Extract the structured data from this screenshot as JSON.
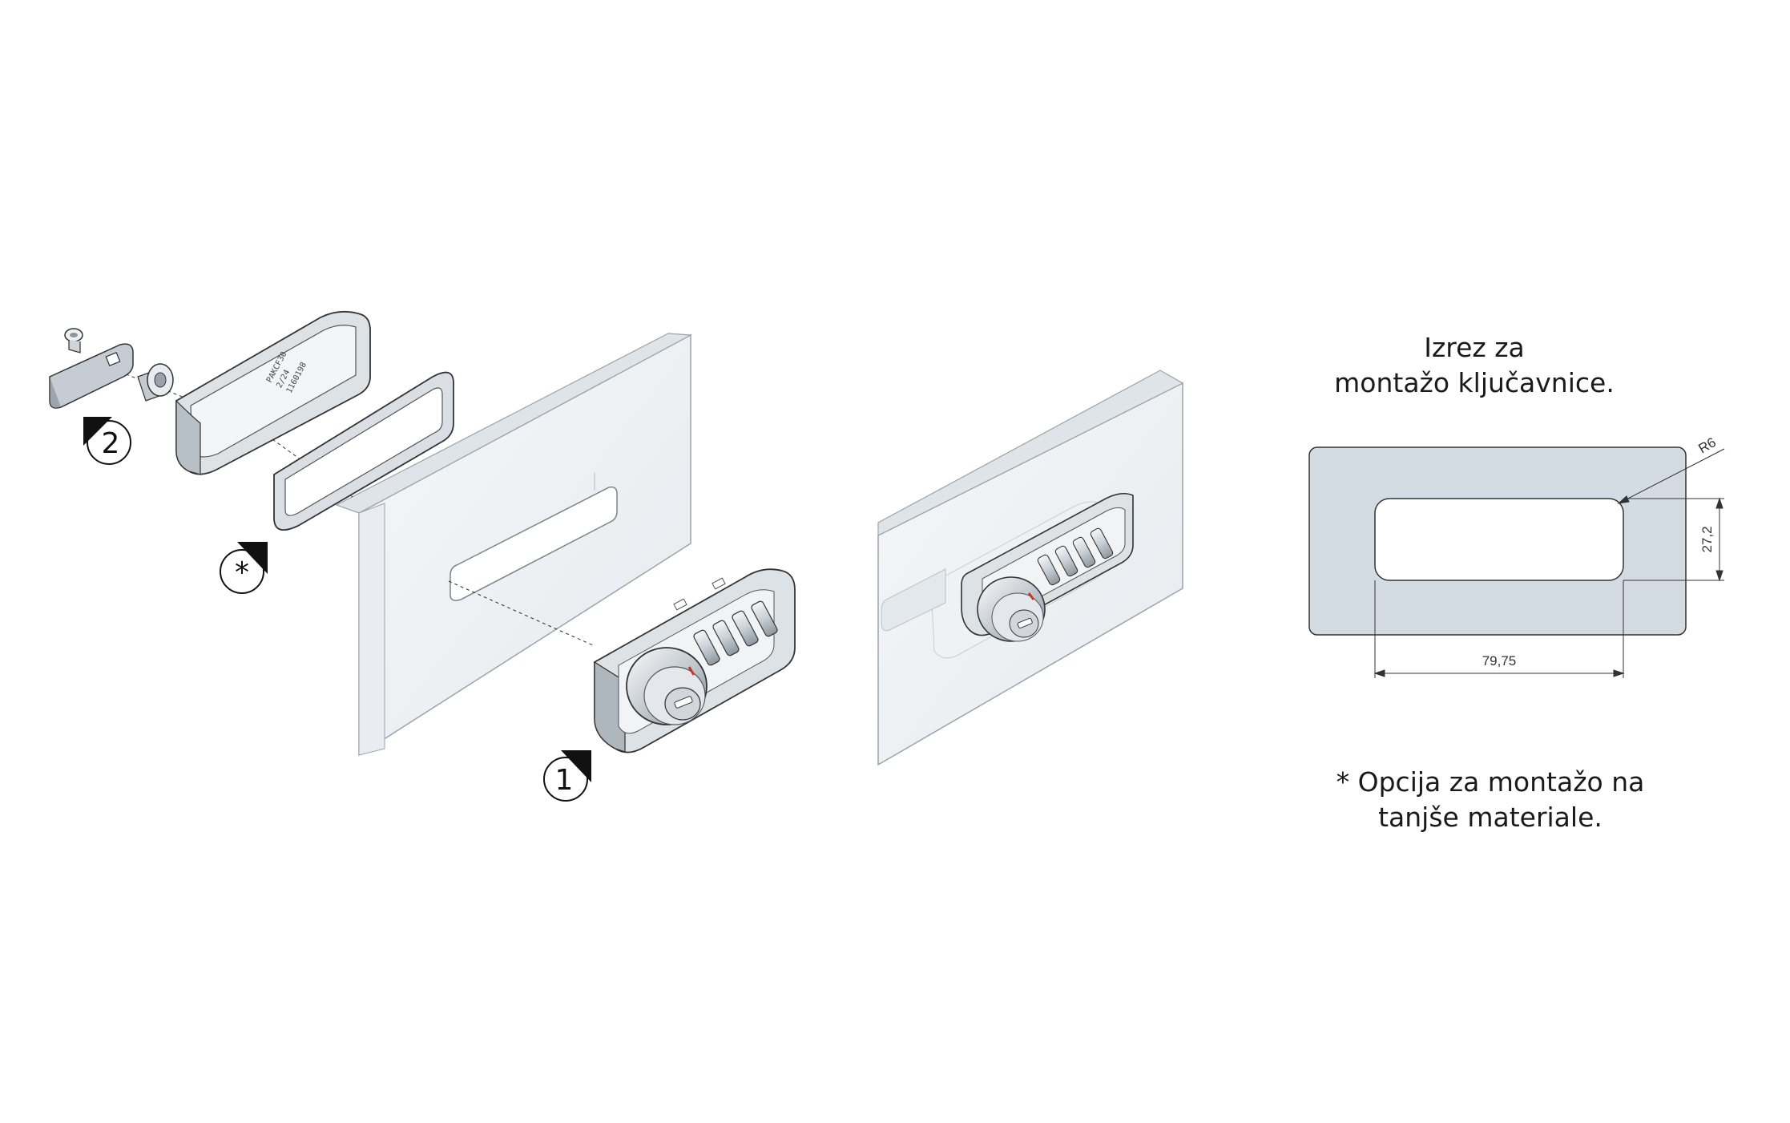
{
  "markers": {
    "lock_body": "1",
    "cam": "2",
    "optional_frame": "*"
  },
  "lock_keypad_digits": [
    "",
    "",
    "",
    ""
  ],
  "frame_engraving": [
    "PAKCF30",
    "2/24",
    "1160198"
  ],
  "cutout_drawing": {
    "title_line1": "Izrez za",
    "title_line2": "montažo ključavnice.",
    "width_label": "79,75",
    "height_label": "27,2",
    "radius_label": "R6"
  },
  "footnote": {
    "line1": "* Opcija za montažo na",
    "line2": "tanjše materiale."
  },
  "colors": {
    "panel_face": "#eef1f4",
    "panel_edge": "#d7dde3",
    "cutout_fill": "#d3dce3",
    "line": "#555a60",
    "metal": "#c9cfd5"
  }
}
